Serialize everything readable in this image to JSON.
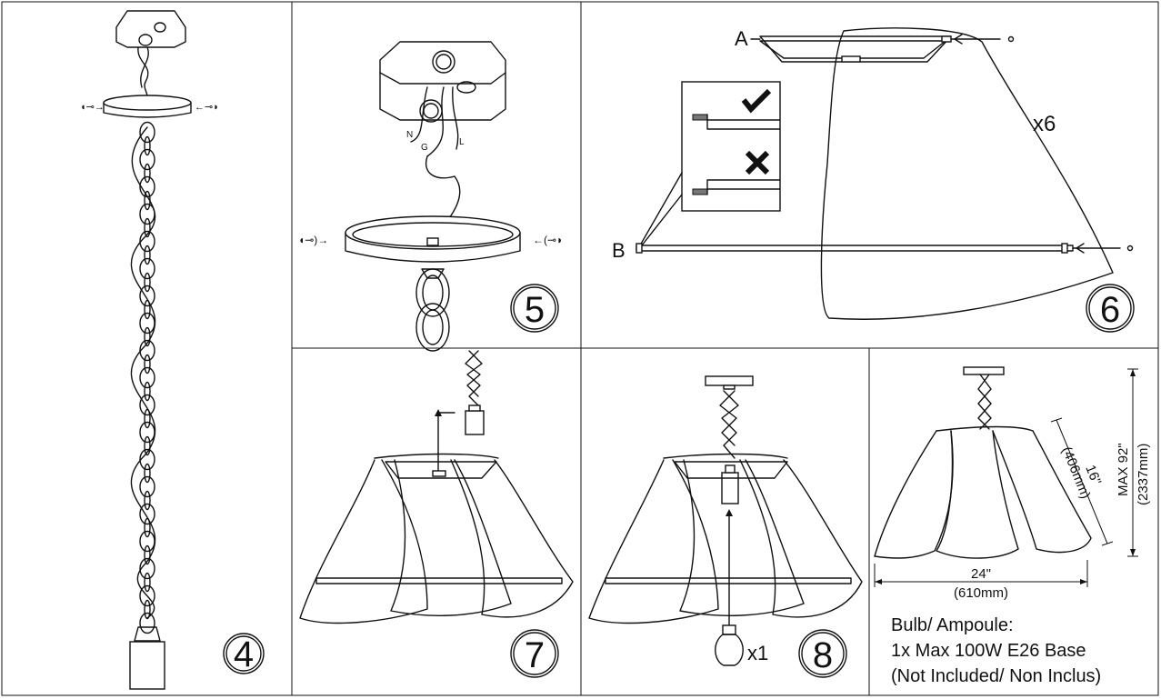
{
  "steps": {
    "s4": "4",
    "s5": "5",
    "s6": "6",
    "s7": "7",
    "s8": "8"
  },
  "wire_labels": {
    "neutral": "N",
    "ground": "G",
    "live": "L"
  },
  "panel6": {
    "ring_a": "A",
    "ring_b": "B",
    "quantity": "x6"
  },
  "panel8": {
    "bulb_quantity": "x1"
  },
  "dimensions": {
    "height_in": "MAX 92\"",
    "height_mm": "(2337mm)",
    "depth_in": "16\"",
    "depth_mm": "(406mm)",
    "width_in": "24\"",
    "width_mm": "(610mm)"
  },
  "bulb_info": {
    "line1": "Bulb/ Ampoule:",
    "line2": "1x Max 100W E26 Base",
    "line3": "(Not Included/ Non Inclus)"
  }
}
